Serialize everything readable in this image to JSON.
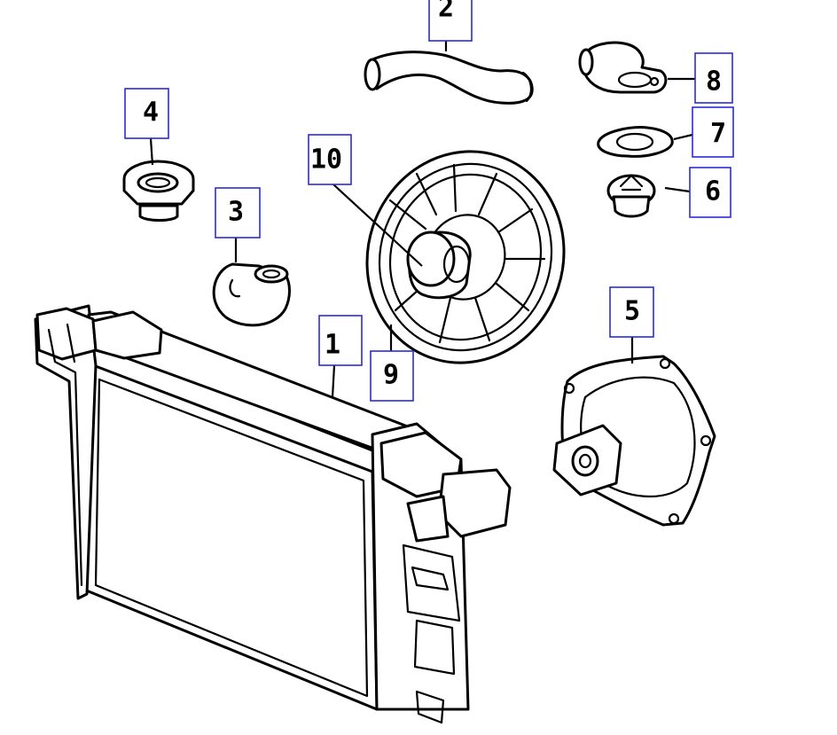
{
  "colors": {
    "callout_border": "#2b2bd9",
    "line_art": "#000000",
    "background": "#ffffff"
  },
  "callouts": [
    {
      "id": "1",
      "label": "1"
    },
    {
      "id": "2",
      "label": "2"
    },
    {
      "id": "3",
      "label": "3"
    },
    {
      "id": "4",
      "label": "4"
    },
    {
      "id": "5",
      "label": "5"
    },
    {
      "id": "6",
      "label": "6"
    },
    {
      "id": "7",
      "label": "7"
    },
    {
      "id": "8",
      "label": "8"
    },
    {
      "id": "9",
      "label": "9"
    },
    {
      "id": "10",
      "label": "10"
    }
  ]
}
